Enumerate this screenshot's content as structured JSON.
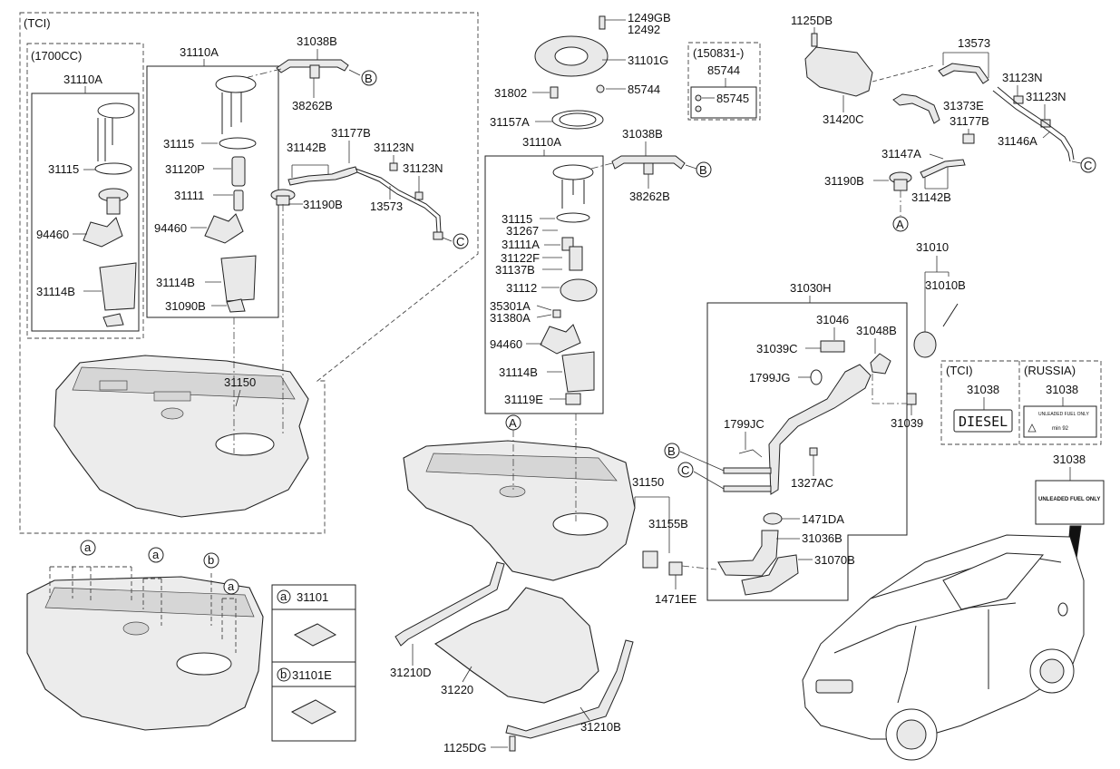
{
  "groups": {
    "tci": "(TCI)",
    "cc1700": "(1700CC)",
    "date_range": "(150831-)",
    "tci_label": "(TCI)",
    "russia_label": "(RUSSIA)"
  },
  "labels": {
    "p1249GB": "1249GB",
    "p12492": "12492",
    "p31101G": "31101G",
    "p85744_top": "85744",
    "p85744": "85744",
    "p85745": "85745",
    "p31802": "31802",
    "p31157A": "31157A",
    "p31110A_mid": "31110A",
    "p31038B_mid": "31038B",
    "p38262B_mid": "38262B",
    "p31115_mid": "31115",
    "p31267": "31267",
    "p31111A": "31111A",
    "p31122F": "31122F",
    "p31137B": "31137B",
    "p31112": "31112",
    "p35301A": "35301A",
    "p31380A": "31380A",
    "p94460_mid": "94460",
    "p31114B_mid": "31114B",
    "p31119E": "31119E",
    "p31110A_l1": "31110A",
    "p31110A_l2": "31110A",
    "p31038B_l": "31038B",
    "p38262B_l": "38262B",
    "p31115_l1": "31115",
    "p31115_l2": "31115",
    "p31120P": "31120P",
    "p31111": "31111",
    "p94460_l1": "94460",
    "p94460_l2": "94460",
    "p31114B_l1": "31114B",
    "p31114B_l2": "31114B",
    "p31090B": "31090B",
    "p31177B_l": "31177B",
    "p31142B_l": "31142B",
    "p31123N_l1": "31123N",
    "p31123N_l2": "31123N",
    "p31190B_l": "31190B",
    "p13573_l": "13573",
    "p31150_l": "31150",
    "p1125DB": "1125DB",
    "p13573_r": "13573",
    "p31123N_r1": "31123N",
    "p31123N_r2": "31123N",
    "p31373E": "31373E",
    "p31420C": "31420C",
    "p31177B_r": "31177B",
    "p31146A": "31146A",
    "p31147A": "31147A",
    "p31190B_r": "31190B",
    "p31142B_r": "31142B",
    "p31010": "31010",
    "p31010B": "31010B",
    "p31030H": "31030H",
    "p31046": "31046",
    "p31039C": "31039C",
    "p31048B": "31048B",
    "p1799JG": "1799JG",
    "p1799JC": "1799JC",
    "p31039": "31039",
    "p1327AC": "1327AC",
    "p1471DA": "1471DA",
    "p31036B": "31036B",
    "p31070B": "31070B",
    "p31150_m": "31150",
    "p31155B": "31155B",
    "p1471EE": "1471EE",
    "p31038_tci": "31038",
    "p31038_rus": "31038",
    "p31038_car": "31038",
    "p31210D": "31210D",
    "p31220": "31220",
    "p31210B": "31210B",
    "p1125DG": "1125DG",
    "p31101": "31101",
    "p31101E": "31101E"
  },
  "markers": {
    "A": "A",
    "B": "B",
    "C": "C",
    "a": "a",
    "b": "b"
  },
  "decals": {
    "diesel": "DIESEL",
    "russia_line1": "UNLEADED FUEL ONLY",
    "russia_line2": "min 92",
    "car_line1": "UNLEADED FUEL ONLY"
  }
}
